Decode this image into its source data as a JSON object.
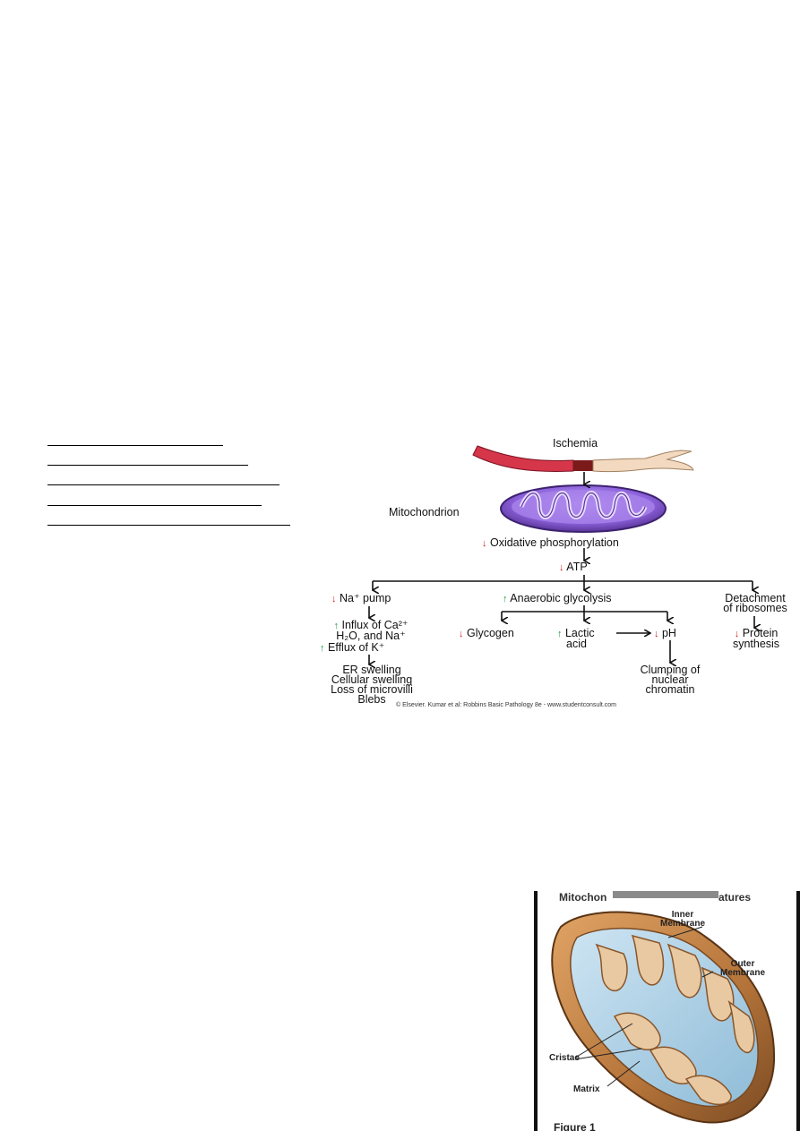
{
  "flowchart": {
    "ischemia": "Ischemia",
    "mitochondrion": "Mitochondrion",
    "oxidative": "Oxidative phosphorylation",
    "atp": "ATP",
    "na_pump": "Na⁺ pump",
    "anaerobic": "Anaerobic glycolysis",
    "detachment_1": "Detachment",
    "detachment_2": "of ribosomes",
    "influx_1": "Influx of Ca²⁺",
    "influx_2": "H₂O, and Na⁺",
    "efflux": "Efflux of K⁺",
    "glycogen": "Glycogen",
    "lactic_1": "Lactic",
    "lactic_2": "acid",
    "ph": "pH",
    "protein_1": "Protein",
    "protein_2": "synthesis",
    "er_1": "ER swelling",
    "er_2": "Cellular swelling",
    "er_3": "Loss of microvilli",
    "er_4": "Blebs",
    "clump_1": "Clumping of",
    "clump_2": "nuclear",
    "clump_3": "chromatin",
    "copyright": "© Elsevier. Kumar et al: Robbins Basic Pathology 8e - www.studentconsult.com",
    "arrow_up": "↑",
    "arrow_down": "↓"
  },
  "figure2": {
    "title_left": "Mitochon",
    "title_right": "atures",
    "inner_1": "Inner",
    "inner_2": "Membrane",
    "outer_1": "Outer",
    "outer_2": "Membrane",
    "cristae": "Cristae",
    "matrix": "Matrix",
    "caption": "Figure 1"
  }
}
